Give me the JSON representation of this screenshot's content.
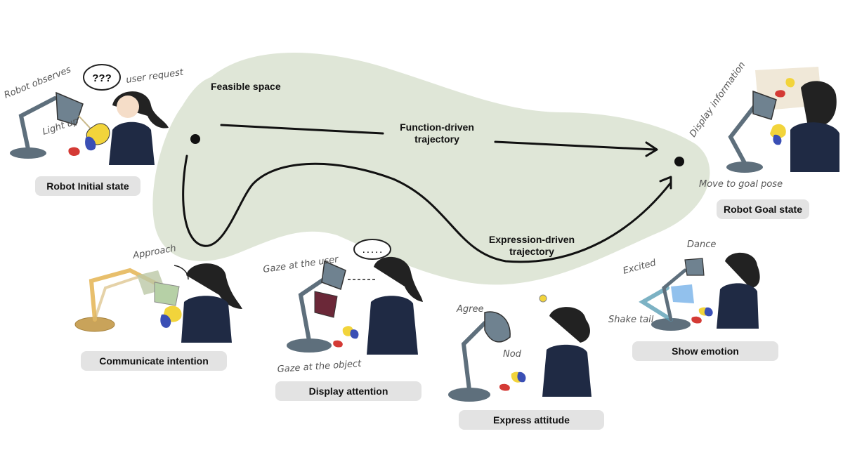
{
  "colors": {
    "feasible_fill": "#dfe6d7",
    "pill_bg": "#e3e3e3",
    "lamp": "#6f8290",
    "lamp_dark": "#44515b",
    "hair": "#222222",
    "shirt": "#1f2a44",
    "toy_yellow": "#f2d43b",
    "toy_blue": "#3a4fb5",
    "toy_red": "#d43a35",
    "maroon": "#6b2838",
    "teal": "#5b9fb5"
  },
  "diagram": {
    "feasible_space": "Feasible space",
    "function_trajectory": [
      "Function-driven",
      "trajectory"
    ],
    "expression_trajectory": [
      "Expression-driven",
      "trajectory"
    ],
    "states": {
      "initial": "Robot Initial state",
      "goal": "Robot Goal state"
    },
    "behaviors": {
      "communicate": "Communicate intention",
      "attention": "Display attention",
      "attitude": "Express attitude",
      "emotion": "Show emotion"
    },
    "annotations": {
      "robot_observes": "Robot observes",
      "user_request": "user request",
      "speech_initial": "???",
      "light_up": "Light up",
      "display_information": "Display information",
      "move_to_goal": "Move to goal pose",
      "approach": "Approach",
      "gaze_user": "Gaze at the user",
      "gaze_object": "Gaze at the object",
      "speech_attention": ". . . . .",
      "agree": "Agree",
      "nod": "Nod",
      "excited": "Excited",
      "dance": "Dance",
      "shake_tail": "Shake tail"
    }
  }
}
